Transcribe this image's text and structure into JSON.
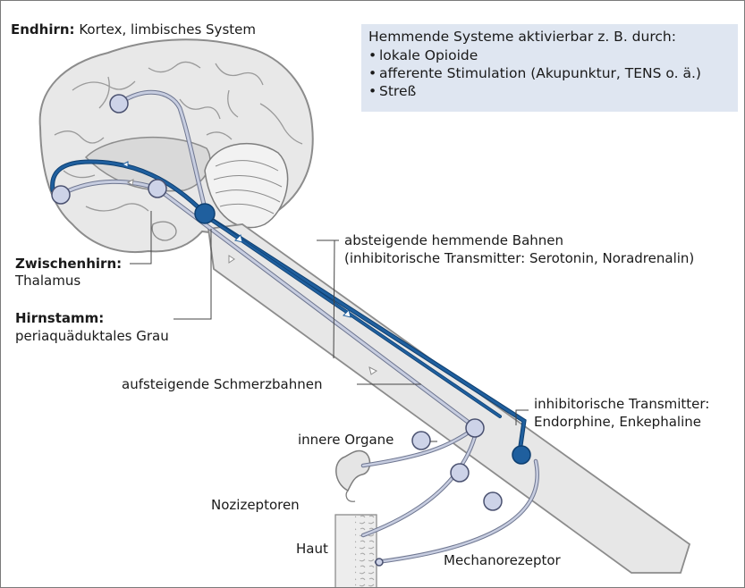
{
  "labels": {
    "endhirn_bold": "Endhirn:",
    "endhirn_rest": " Kortex, limbisches System",
    "zwischenhirn_bold": "Zwischenhirn:",
    "zwischenhirn_rest": "Thalamus",
    "hirnstamm_bold": "Hirnstamm:",
    "hirnstamm_rest": "periaquäduktales Grau",
    "absteigend_line1": "absteigende hemmende Bahnen",
    "absteigend_line2": "(inhibitorische Transmitter: Serotonin, Noradrenalin)",
    "aufsteigend": "aufsteigende Schmerzbahnen",
    "inhib_line1": "inhibitorische Transmitter:",
    "inhib_line2": "Endorphine, Enkephaline",
    "innere_organe": "innere Organe",
    "nozizeptoren": "Nozizeptoren",
    "haut": "Haut",
    "mechanorezeptor": "Mechanorezeptor"
  },
  "infobox": {
    "title": "Hemmende Systeme aktivierbar z. B. durch:",
    "items": [
      "lokale Opioide",
      "afferente Stimulation (Akupunktur, TENS o. ä.)",
      "Streß"
    ]
  },
  "colors": {
    "descending_pathway": "#1f5f9e",
    "ascending_pathway": "#b9c3d9",
    "neuron_light": "#cdd3e8",
    "neuron_dark": "#1f5f9e",
    "brain": "#e8e8e8",
    "infobox_bg": "#dfe6f1"
  }
}
